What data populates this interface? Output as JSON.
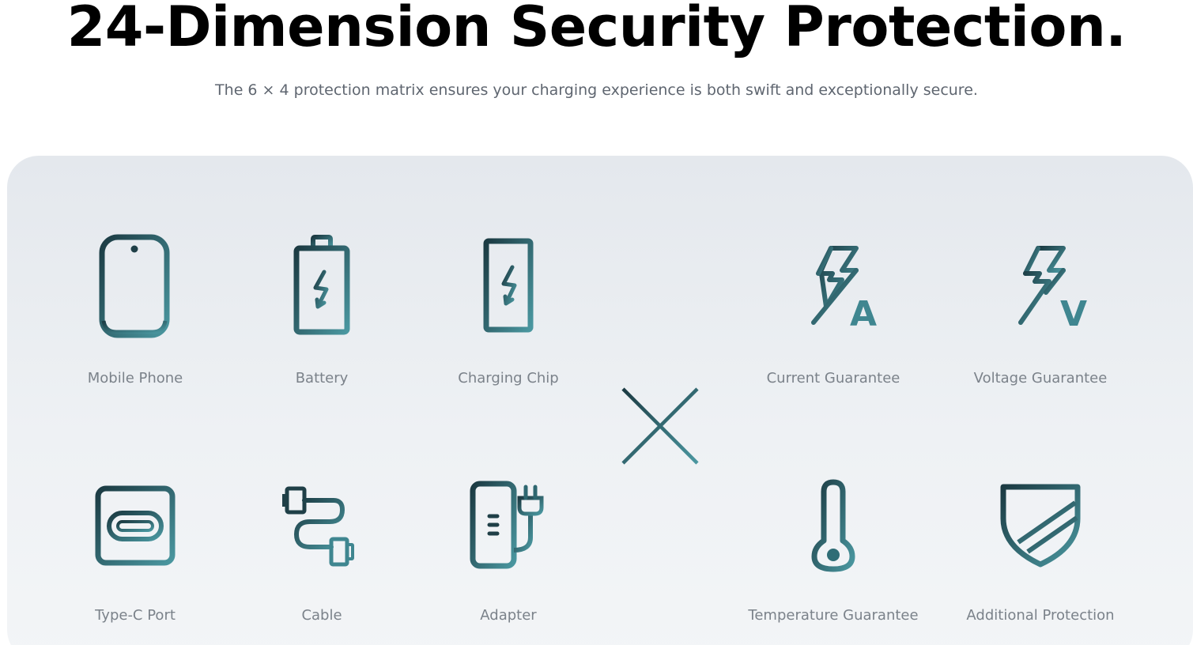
{
  "header": {
    "title": "24-Dimension Security Protection.",
    "subtitle": "The 6 × 4 protection matrix ensures your charging experience is both swift and exceptionally secure."
  },
  "colors": {
    "icon_gradient_start": "#1b3a42",
    "icon_gradient_end": "#4a97a0",
    "label": "#7b828a",
    "panel": "#e9edf1"
  },
  "components": [
    {
      "label": "Mobile Phone",
      "icon": "mobile-phone-icon"
    },
    {
      "label": "Battery",
      "icon": "battery-icon"
    },
    {
      "label": "Charging Chip",
      "icon": "charging-chip-icon"
    },
    {
      "label": "Type-C Port",
      "icon": "type-c-port-icon"
    },
    {
      "label": "Cable",
      "icon": "cable-icon"
    },
    {
      "label": "Adapter",
      "icon": "adapter-icon"
    }
  ],
  "operator": {
    "symbol": "×",
    "icon": "multiply-icon"
  },
  "guarantees": [
    {
      "label": "Current Guarantee",
      "icon": "current-guarantee-icon",
      "letter": "A"
    },
    {
      "label": "Voltage Guarantee",
      "icon": "voltage-guarantee-icon",
      "letter": "V"
    },
    {
      "label": "Temperature Guarantee",
      "icon": "thermometer-icon"
    },
    {
      "label": "Additional Protection",
      "icon": "shield-icon"
    }
  ]
}
